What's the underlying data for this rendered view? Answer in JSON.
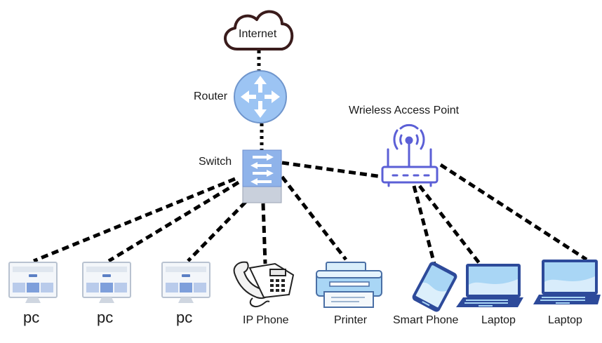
{
  "labels": {
    "internet": "Internet",
    "router": "Router",
    "switch": "Switch",
    "wap": "Wrieless Access Point",
    "pc1": "pc",
    "pc2": "pc",
    "pc3": "pc",
    "ip_phone": "IP Phone",
    "printer": "Printer",
    "smart_phone": "Smart Phone",
    "laptop1": "Laptop",
    "laptop2": "Laptop"
  },
  "icons": {
    "internet": "cloud-icon",
    "router": "router-icon",
    "switch": "switch-icon",
    "wap": "wireless-access-point-icon",
    "pc": "desktop-monitor-icon",
    "ip_phone": "desk-phone-icon",
    "printer": "printer-icon",
    "smart_phone": "smartphone-icon",
    "laptop": "laptop-icon"
  },
  "colors": {
    "router_fill": "#9cc4f3",
    "switch_fill": "#8fb3ea",
    "wireless_stroke": "#5b5fd6",
    "device_blue": "#2d4a9a",
    "screen_fill": "#a9d6f5"
  }
}
